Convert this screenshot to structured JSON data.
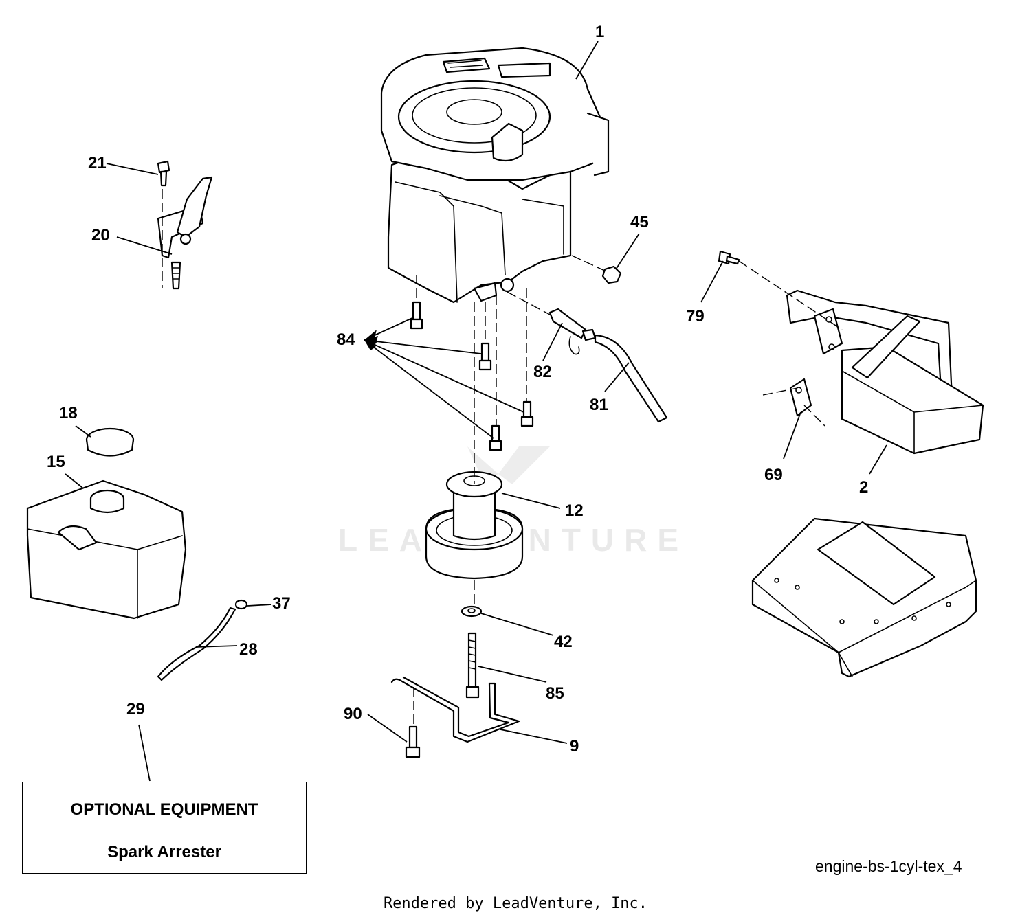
{
  "watermark": "LEADVENTURE",
  "callouts": [
    {
      "id": "c1",
      "label": "1"
    },
    {
      "id": "c2",
      "label": "2"
    },
    {
      "id": "c9",
      "label": "9"
    },
    {
      "id": "c12",
      "label": "12"
    },
    {
      "id": "c15",
      "label": "15"
    },
    {
      "id": "c18",
      "label": "18"
    },
    {
      "id": "c20",
      "label": "20"
    },
    {
      "id": "c21",
      "label": "21"
    },
    {
      "id": "c28",
      "label": "28"
    },
    {
      "id": "c29",
      "label": "29"
    },
    {
      "id": "c37",
      "label": "37"
    },
    {
      "id": "c42",
      "label": "42"
    },
    {
      "id": "c45",
      "label": "45"
    },
    {
      "id": "c69",
      "label": "69"
    },
    {
      "id": "c79",
      "label": "79"
    },
    {
      "id": "c81",
      "label": "81"
    },
    {
      "id": "c82",
      "label": "82"
    },
    {
      "id": "c84",
      "label": "84"
    },
    {
      "id": "c85",
      "label": "85"
    },
    {
      "id": "c90",
      "label": "90"
    }
  ],
  "optional_box": {
    "title": "OPTIONAL EQUIPMENT",
    "item": "Spark Arrester"
  },
  "diagram_id": "engine-bs-1cyl-tex_4",
  "footer": "Rendered by LeadVenture, Inc."
}
